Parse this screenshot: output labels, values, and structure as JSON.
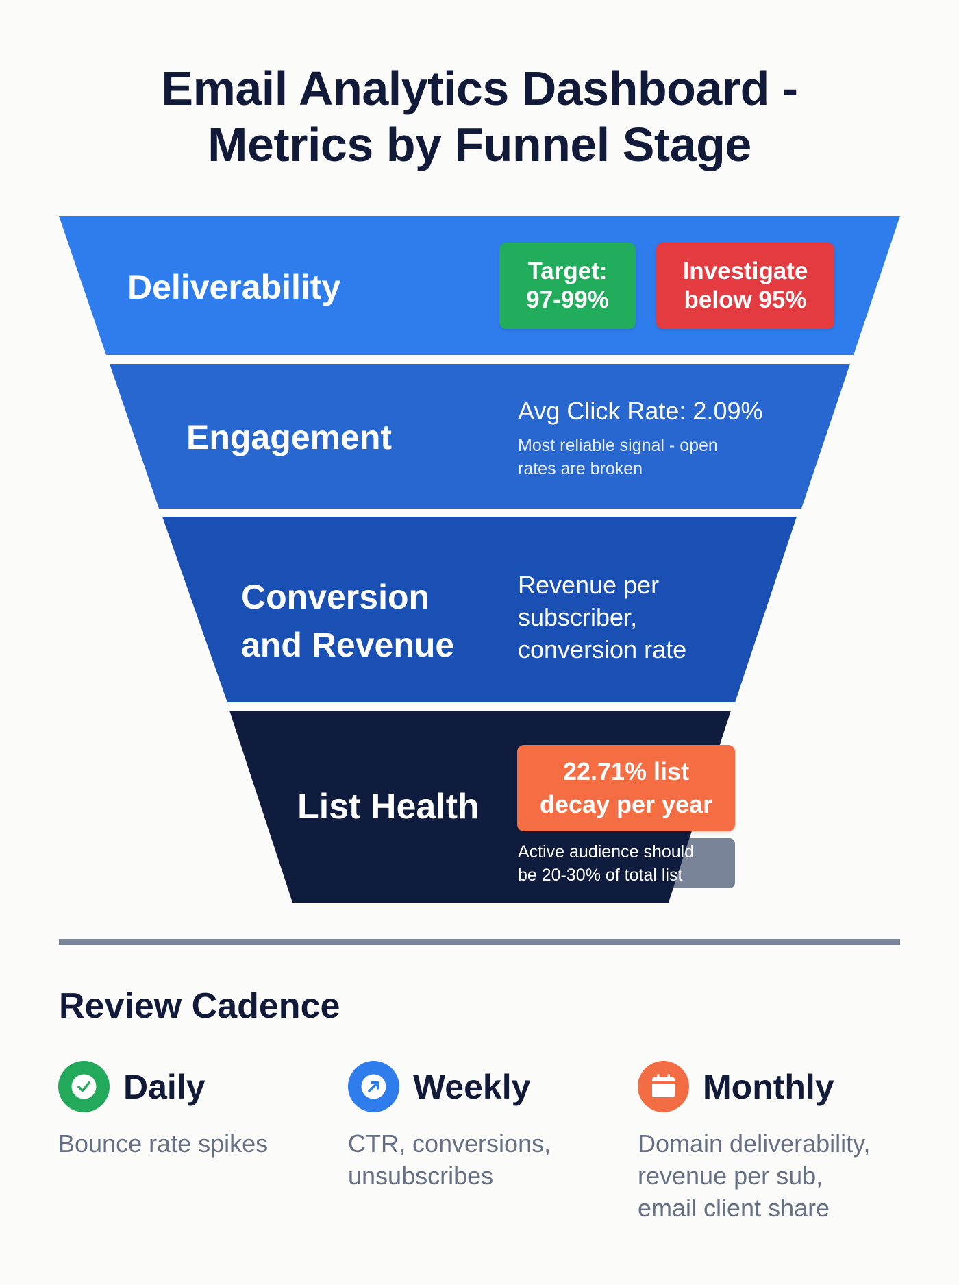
{
  "title": {
    "line1": "Email Analytics Dashboard -",
    "line2": "Metrics by Funnel Stage"
  },
  "colors": {
    "deliverability": "#2f7ded",
    "engagement": "#2767cf",
    "conversion": "#1a4fb3",
    "list_health": "#0f1c3d",
    "green_badge": "#22ad5c",
    "red_badge": "#e33b3f",
    "orange_badge": "#f46d43",
    "gray_note": "#7a8499",
    "divider": "#7a8699",
    "daily_icon": "#23a95a",
    "weekly_icon": "#2f7ded",
    "monthly_icon": "#f26d43"
  },
  "funnel": {
    "stages": [
      {
        "name": "Deliverability",
        "badges": [
          {
            "line1": "Target:",
            "line2": "97-99%",
            "color": "green"
          },
          {
            "line1": "Investigate",
            "line2": "below 95%",
            "color": "red"
          }
        ]
      },
      {
        "name": "Engagement",
        "metric": "Avg Click Rate: 2.09%",
        "note_line1": "Most reliable signal - open",
        "note_line2": "rates are broken"
      },
      {
        "name_line1": "Conversion",
        "name_line2": "and Revenue",
        "desc_line1": "Revenue per",
        "desc_line2": "subscriber,",
        "desc_line3": "conversion rate"
      },
      {
        "name": "List Health",
        "badge_line1": "22.71% list",
        "badge_line2": "decay per year",
        "note_line1": "Active audience should",
        "note_line2": "be 20-30% of total list"
      }
    ]
  },
  "review_cadence": {
    "title": "Review Cadence",
    "items": [
      {
        "label": "Daily",
        "icon": "check-circle-icon",
        "desc_lines": [
          "Bounce rate spikes"
        ]
      },
      {
        "label": "Weekly",
        "icon": "arrow-up-right-icon",
        "desc_lines": [
          "CTR, conversions,",
          "unsubscribes"
        ]
      },
      {
        "label": "Monthly",
        "icon": "calendar-icon",
        "desc_lines": [
          "Domain deliverability,",
          "revenue per sub,",
          "email client share"
        ]
      }
    ]
  }
}
